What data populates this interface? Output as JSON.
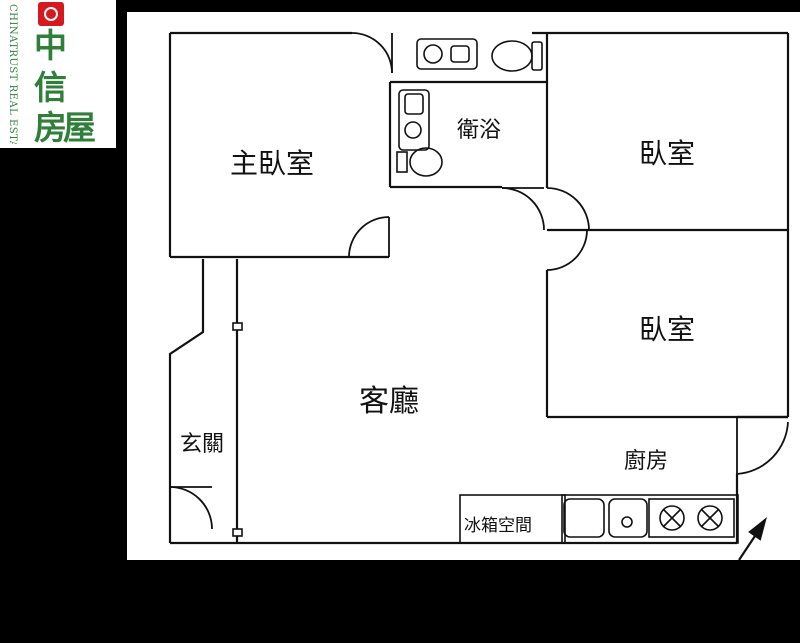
{
  "logo": {
    "vertical_text": "CHINATRUST REAL ESTATE CO.",
    "char1": "中",
    "char2": "信",
    "char3": "房屋",
    "brand_green": "#2f7f3a",
    "brand_red": "#d6191f"
  },
  "plan": {
    "rooms": {
      "master_bedroom": "主臥室",
      "bathroom": "衛浴",
      "bedroom_1": "臥室",
      "bedroom_2": "臥室",
      "living_room": "客廳",
      "entrance": "玄關",
      "kitchen": "廚房",
      "fridge_space": "冰箱空間"
    }
  }
}
